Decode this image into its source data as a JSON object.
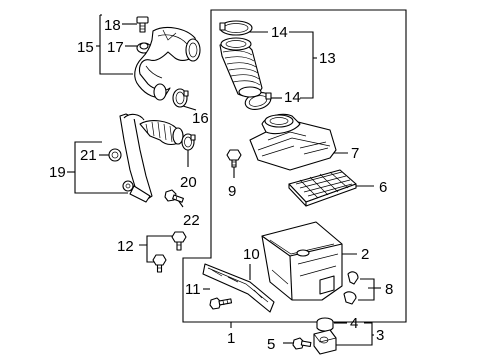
{
  "diagram": {
    "callouts": {
      "c1": "1",
      "c2": "2",
      "c3": "3",
      "c4": "4",
      "c5": "5",
      "c6": "6",
      "c7": "7",
      "c8": "8",
      "c9": "9",
      "c10": "10",
      "c11": "11",
      "c12": "12",
      "c13": "13",
      "c14a": "14",
      "c14b": "14",
      "c15": "15",
      "c16": "16",
      "c17": "17",
      "c18": "18",
      "c19": "19",
      "c20": "20",
      "c21": "21",
      "c22": "22"
    },
    "colors": {
      "line": "#000000",
      "background": "#ffffff"
    }
  }
}
